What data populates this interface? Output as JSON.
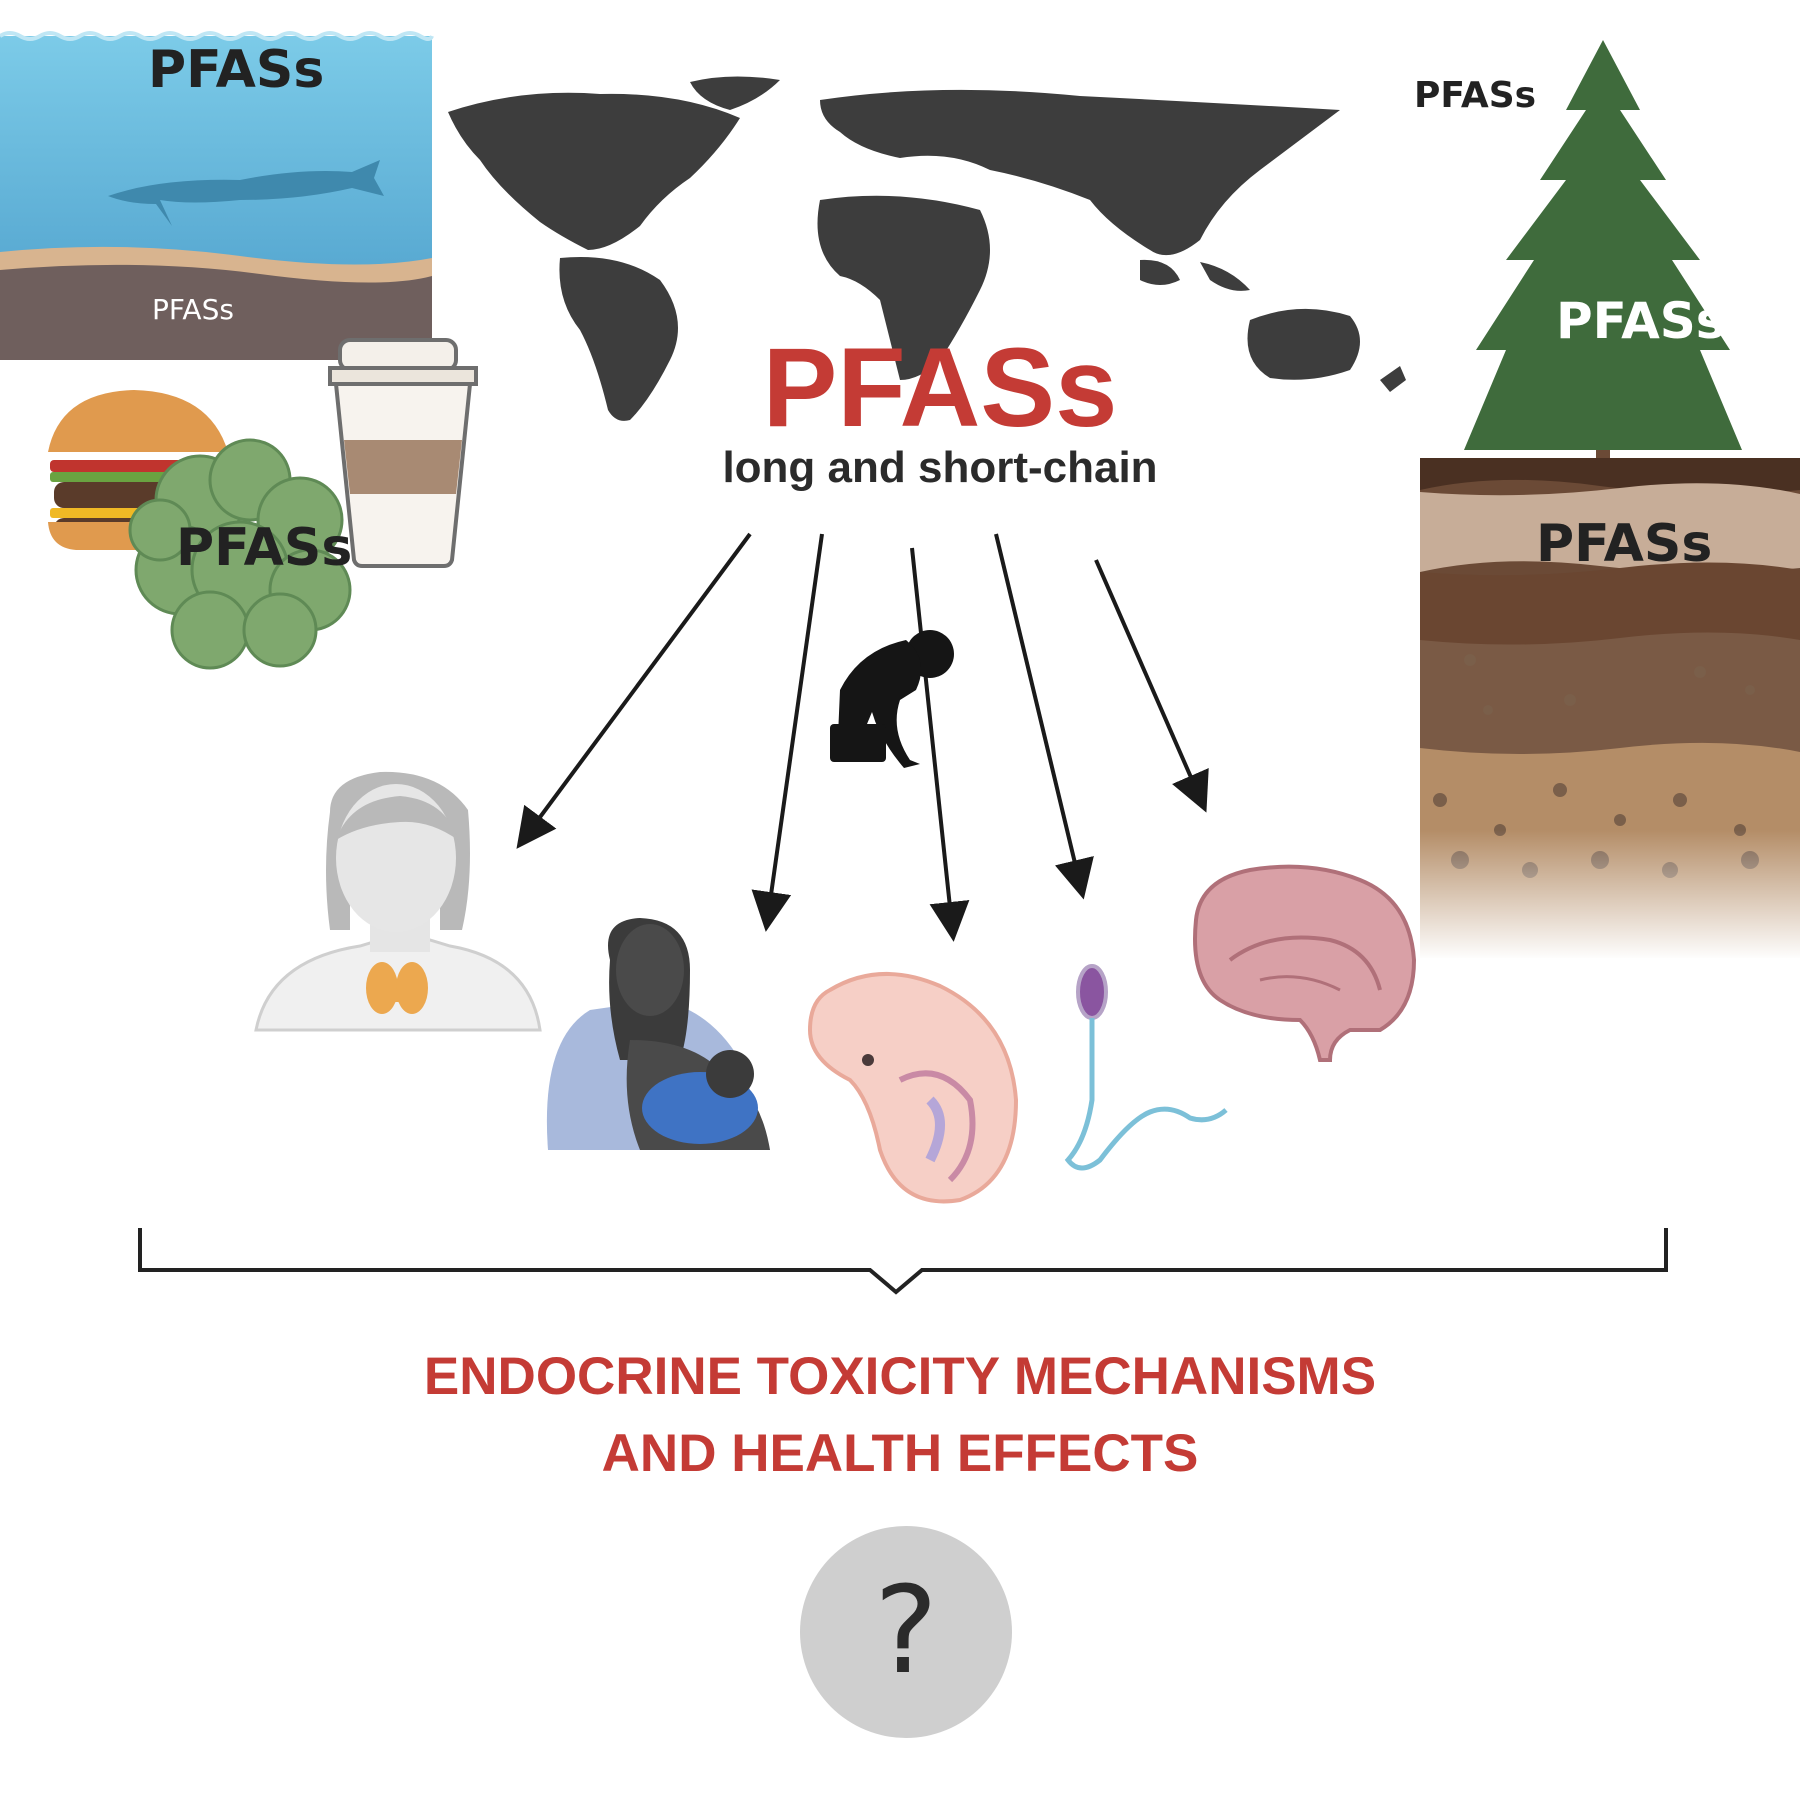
{
  "diagram": {
    "center": {
      "title": "PFASs",
      "subtitle": "long and short-chain"
    },
    "sources": {
      "water_label": "PFASs",
      "sediment_label": "PFASs",
      "food_label": "PFASs",
      "air_label": "PFASs",
      "tree_label": "PFASs",
      "soil_label": "PFASs"
    },
    "outcome": {
      "line1": "ENDOCRINE TOXICITY MECHANISMS",
      "line2": "AND HEALTH EFFECTS"
    },
    "question_mark": "?",
    "colors": {
      "accent_red": "#c43b35",
      "text_dark": "#222222",
      "map_gray": "#3d3d3d",
      "ocean_blue": "#6cbfe0",
      "tree_green": "#3f6b3c",
      "soil_brown": "#6b4a36"
    },
    "icons": [
      "world-map-icon",
      "shark-icon",
      "burger-icon",
      "lettuce-icon",
      "coffee-cup-icon",
      "tree-icon",
      "soil-layers-icon",
      "stressed-person-icon",
      "woman-thyroid-icon",
      "breastfeeding-mother-icon",
      "embryo-icon",
      "sperm-icon",
      "brain-icon"
    ]
  }
}
